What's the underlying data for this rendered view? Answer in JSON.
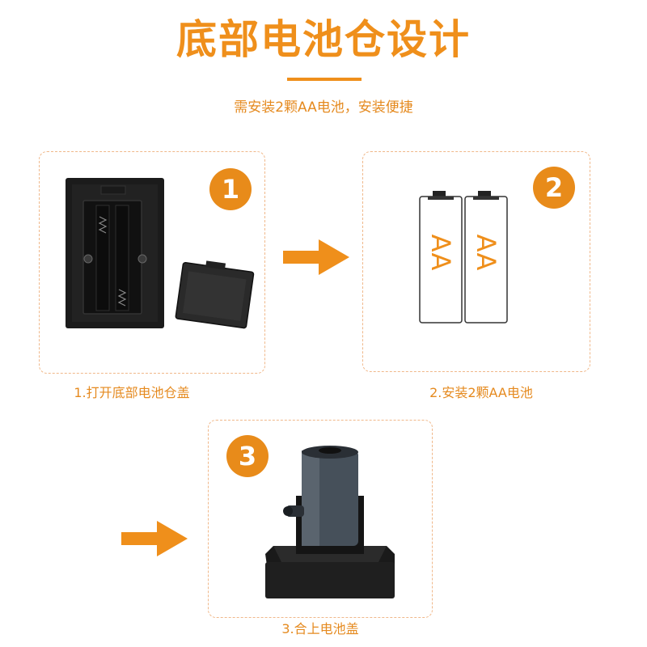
{
  "header": {
    "title": "底部电池仓设计",
    "subtitle": "需安装2颗AA电池，安装便捷"
  },
  "steps": [
    {
      "number": "1",
      "caption": "1.打开底部电池仓盖"
    },
    {
      "number": "2",
      "caption": "2.安装2颗AA电池",
      "battery_label": "AA"
    },
    {
      "number": "3",
      "caption": "3.合上电池盖"
    }
  ],
  "colors": {
    "accent": "#ef8f1b",
    "card_border": "#f0b88a"
  },
  "icons": [
    "arrow-right-icon",
    "battery-icon"
  ]
}
